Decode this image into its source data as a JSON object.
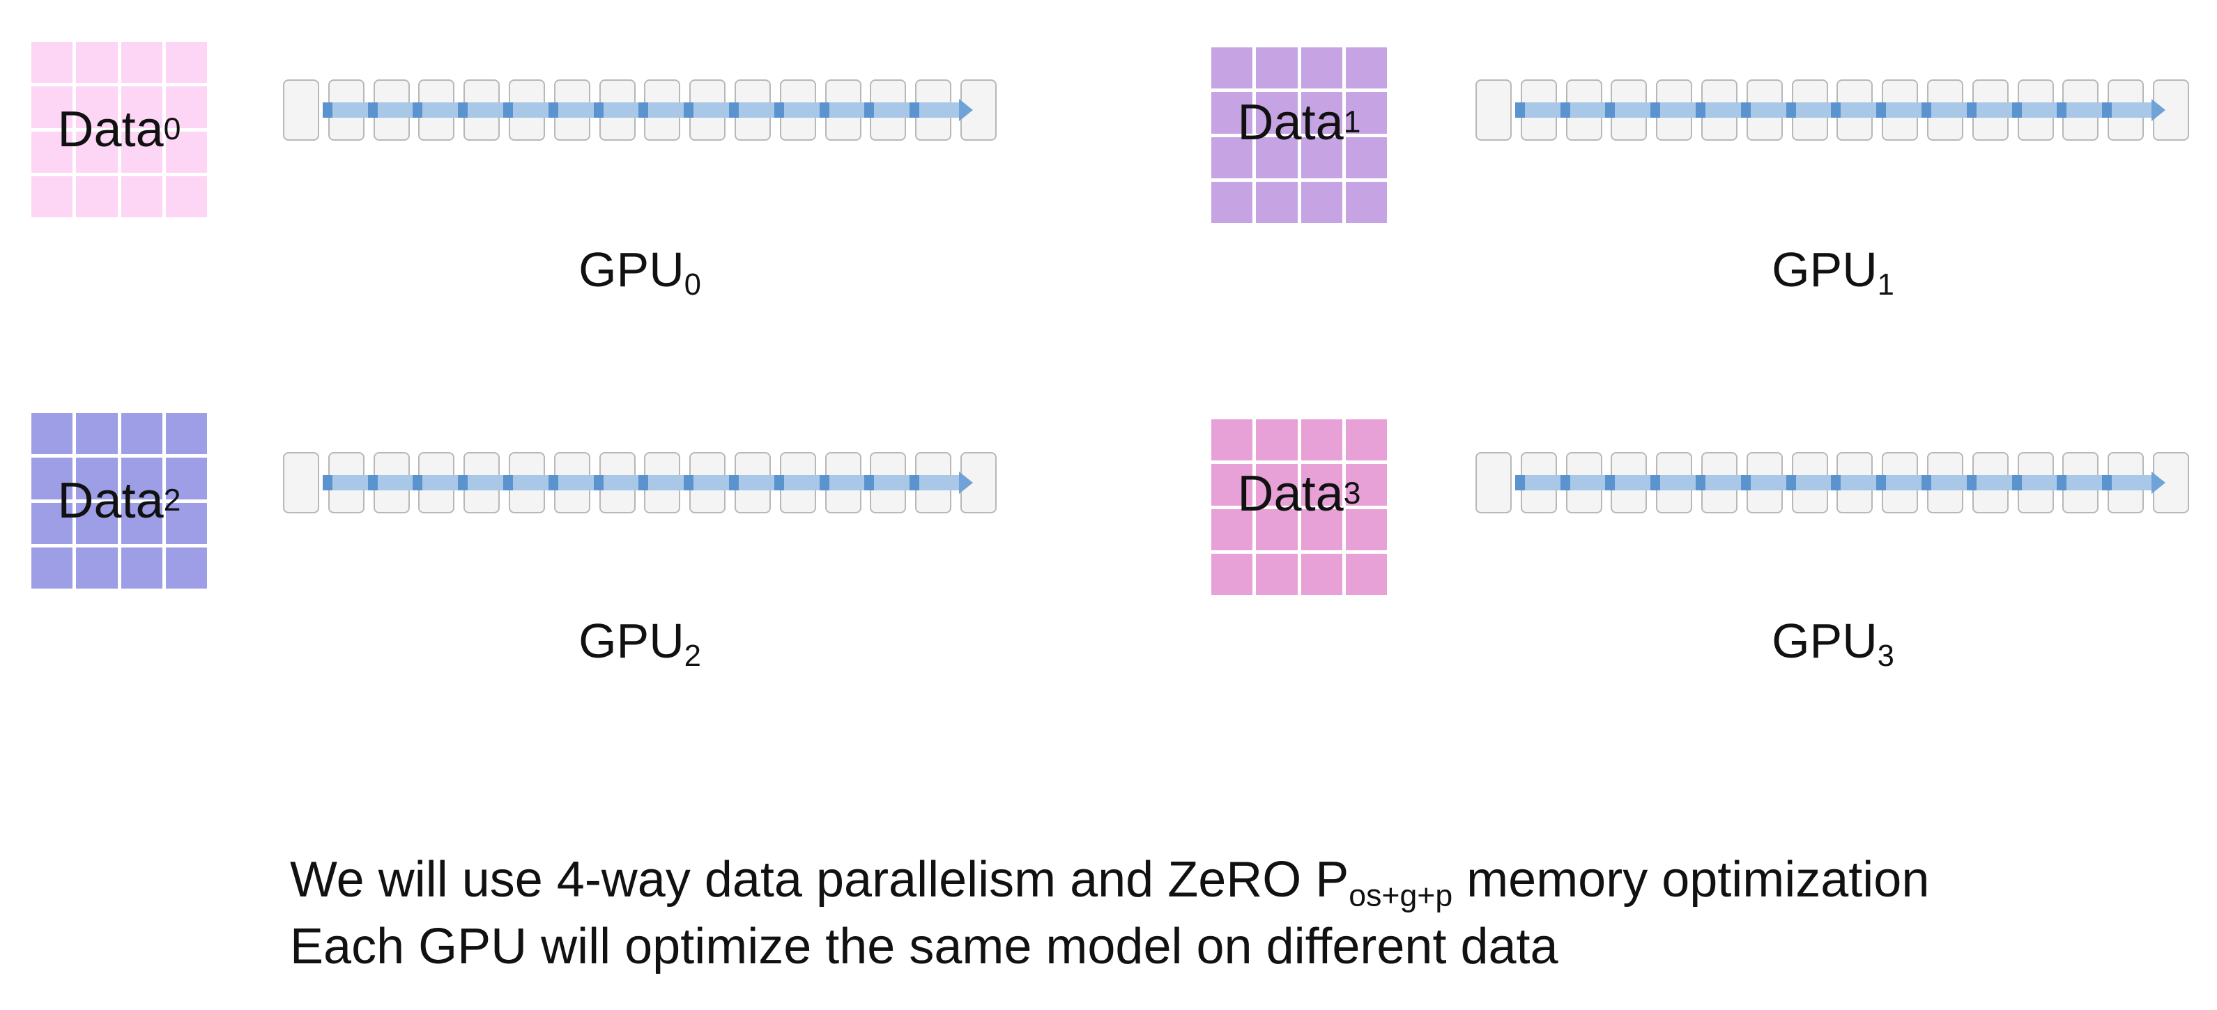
{
  "panels": [
    {
      "data_label": "Data",
      "data_index": "0",
      "gpu_label": "GPU",
      "gpu_index": "0",
      "color": "#fdd5f5"
    },
    {
      "data_label": "Data",
      "data_index": "1",
      "gpu_label": "GPU",
      "gpu_index": "1",
      "color": "#c6a4e3"
    },
    {
      "data_label": "Data",
      "data_index": "2",
      "gpu_label": "GPU",
      "gpu_index": "2",
      "color": "#9d9ee6"
    },
    {
      "data_label": "Data",
      "data_index": "3",
      "gpu_label": "GPU",
      "gpu_index": "3",
      "color": "#e8a1d6"
    }
  ],
  "caption": {
    "line1_prefix": "We will use 4-way data parallelism and ZeRO P",
    "line1_sub": "os+g+p",
    "line1_suffix": " memory optimization",
    "line2": "Each GPU will optimize the same model on different data"
  },
  "colors": {
    "slot_fill": "#f4f4f4",
    "slot_border": "#b8b8b8",
    "arrow_light": "#a9c8e8",
    "arrow_dark": "#5b93cf"
  }
}
